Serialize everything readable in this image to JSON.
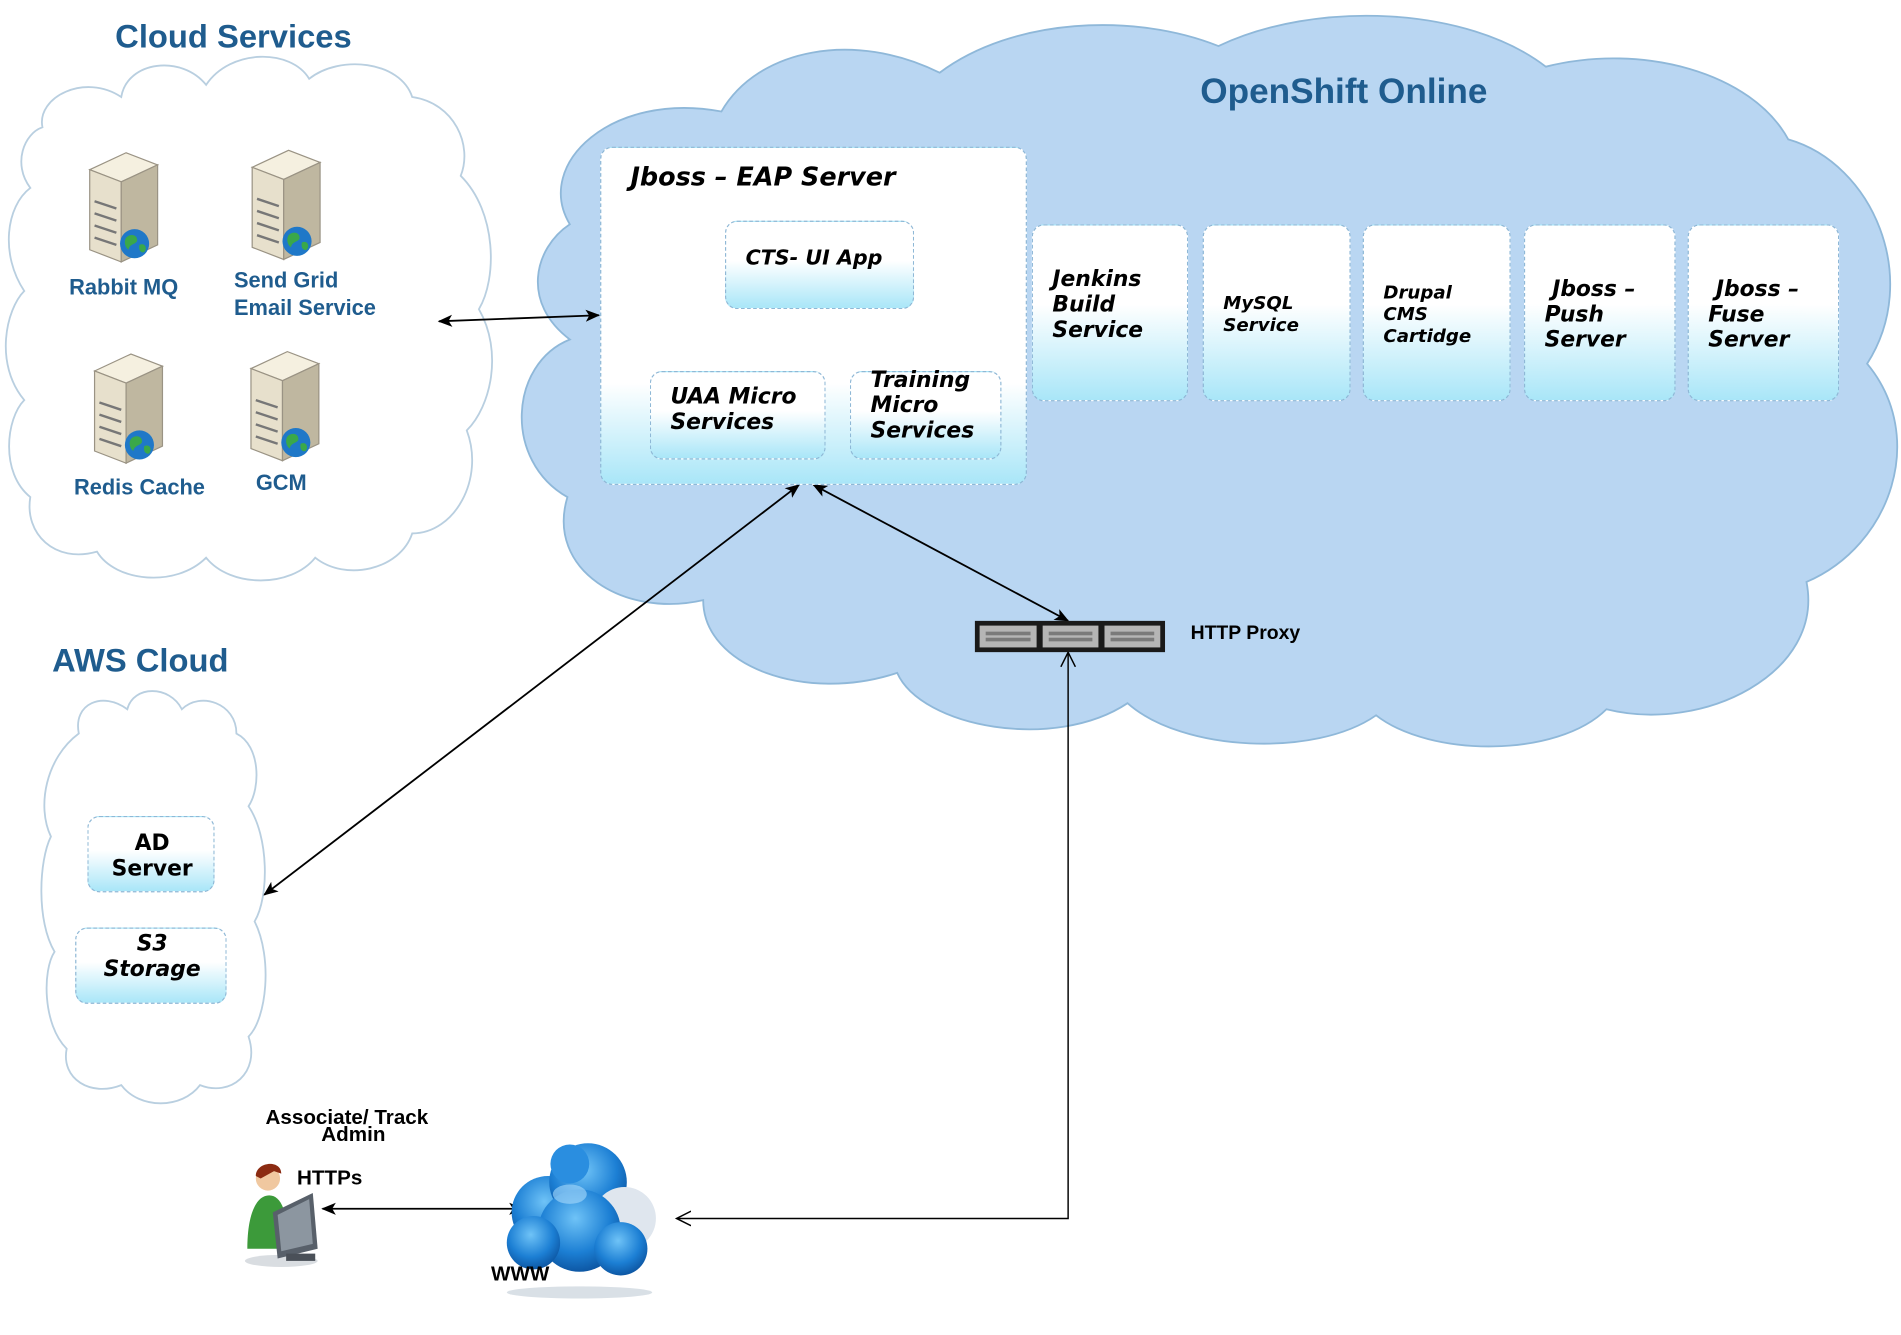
{
  "cloud_services": {
    "title": "Cloud Services",
    "items": [
      {
        "label": "Rabbit MQ"
      },
      {
        "label": "Send Grid\nEmail Service"
      },
      {
        "label": "Redis Cache"
      },
      {
        "label": "GCM"
      }
    ]
  },
  "openshift": {
    "title": "OpenShift Online",
    "jboss_eap": {
      "title": "Jboss – EAP Server",
      "cts_ui": "CTS- UI App",
      "uaa": "UAA Micro\nServices",
      "training": "Training\nMicro\nServices"
    },
    "services": [
      {
        "label": "Jenkins\nBuild\nService"
      },
      {
        "label": "MySQL\nService"
      },
      {
        "label": "Drupal\nCMS\nCartidge"
      },
      {
        "label": " Jboss –\nPush\nServer"
      },
      {
        "label": " Jboss –\nFuse\nServer"
      }
    ],
    "proxy_label": "HTTP Proxy"
  },
  "aws": {
    "title": "AWS Cloud",
    "ad": "AD\nServer",
    "s3": "S3\nStorage"
  },
  "client": {
    "user_label_1": "Associate/ Track",
    "user_label_2": "Admin",
    "protocol": "HTTPs",
    "www": "WWW"
  }
}
